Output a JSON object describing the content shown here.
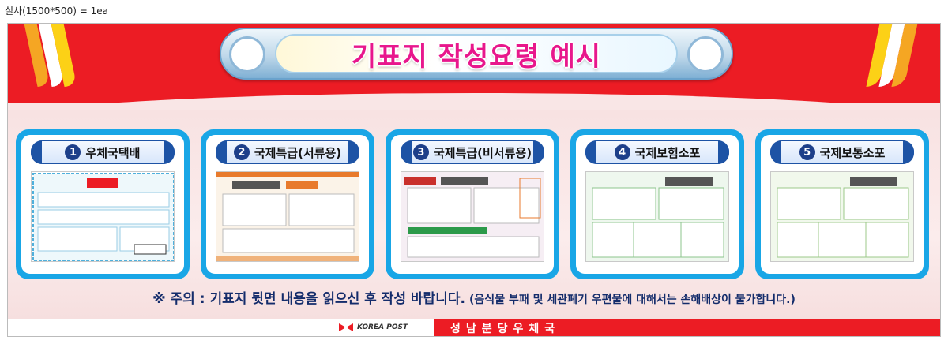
{
  "caption": "실사(1500*500) = 1ea",
  "title": "기표지 작성요령 예시",
  "cards": [
    {
      "num": "1",
      "label": "우체국택배"
    },
    {
      "num": "2",
      "label": "국제특급(서류용)"
    },
    {
      "num": "3",
      "label": "국제특급(비서류용)"
    },
    {
      "num": "4",
      "label": "국제보험소포"
    },
    {
      "num": "5",
      "label": "국제보통소포"
    }
  ],
  "warning": {
    "main": "※ 주의 : 기표지 뒷면 내용을 읽으신 후 작성 바랍니다.",
    "sub": "(음식물 부패 및 세관폐기 우편물에 대해서는 손해배상이 불가합니다.)"
  },
  "footer": {
    "logo_text": "KOREA POST",
    "office": "성남분당우체국"
  },
  "colors": {
    "brand_red": "#ec1c24",
    "card_blue": "#19a6e6",
    "title_magenta": "#e8178c",
    "navy": "#1d53a5"
  }
}
